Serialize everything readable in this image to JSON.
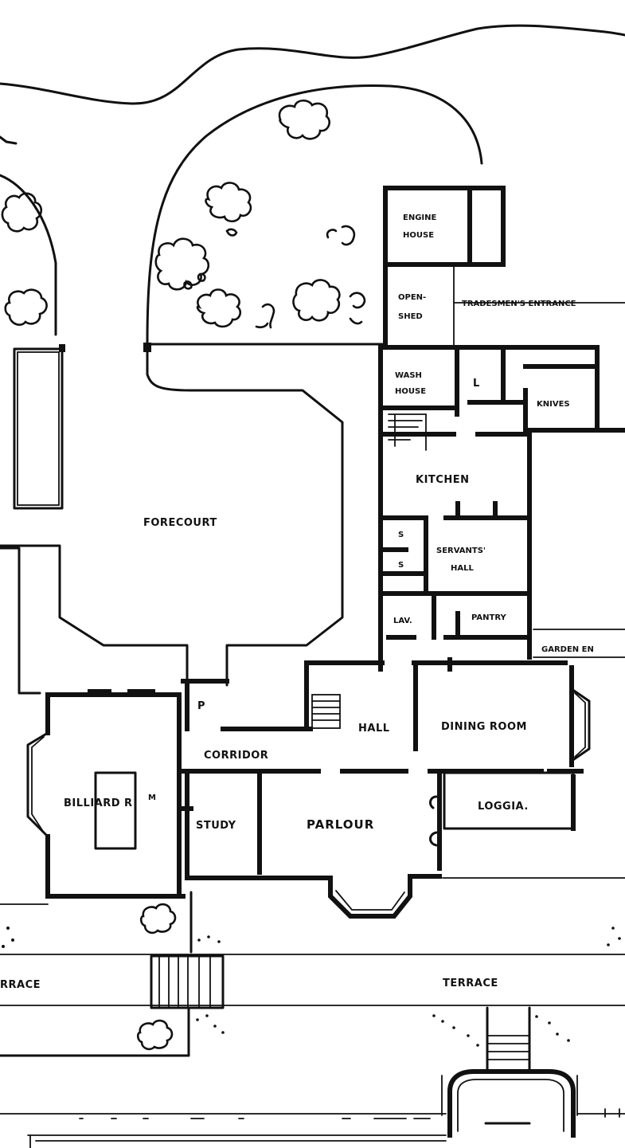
{
  "rooms": {
    "engine_house_1": "ENGINE",
    "engine_house_2": "HOUSE",
    "open_shed_1": "OPEN-",
    "open_shed_2": "SHED",
    "tradesmens_entrance": "TRADESMEN'S ENTRANCE",
    "wash_house_1": "WASH",
    "wash_house_2": "HOUSE",
    "larder": "L",
    "knives": "KNIVES",
    "kitchen": "KITCHEN",
    "forecourt": "FORECOURT",
    "servants_hall_1": "SERVANTS'",
    "servants_hall_2": "HALL",
    "store_1": "S",
    "store_2": "S",
    "lav": "LAV.",
    "pantry": "PANTRY",
    "garden_entrance": "GARDEN EN",
    "porch": "P",
    "hall": "HALL",
    "dining_room": "DINING ROOM",
    "corridor": "CORRIDOR",
    "billiard_room": "BILLIARD R",
    "billiard_room_sup": "M",
    "loggia": "LOGGIA.",
    "study": "STUDY",
    "parlour": "PARLOUR",
    "terrace_left": "RRACE",
    "terrace_right": "TERRACE"
  }
}
